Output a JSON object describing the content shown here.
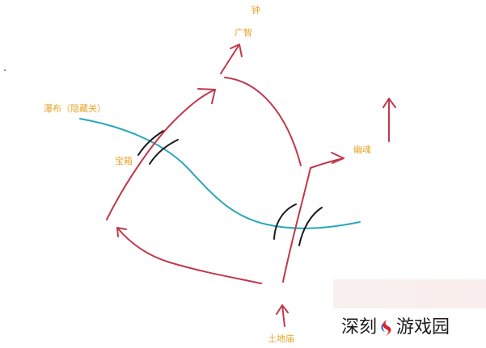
{
  "labels": {
    "zhong": "钟",
    "guangzhi": "广智",
    "pubu": "瀑布（隐藏关）",
    "baoxiang": "宝箱",
    "youhun": "幽魂",
    "tudimiao": "土地庙"
  },
  "watermark": {
    "text_left": "深刻",
    "text_right": "游戏园",
    "logo_icon": "swirl-logo-icon"
  },
  "colors": {
    "path_red": "#c0394b",
    "river_cyan": "#2aa7b8",
    "barrier_black": "#1a1a1a",
    "label_gold": "#e8a52a",
    "logo_red": "#d9232e",
    "logo_blue": "#1e5aa8"
  }
}
